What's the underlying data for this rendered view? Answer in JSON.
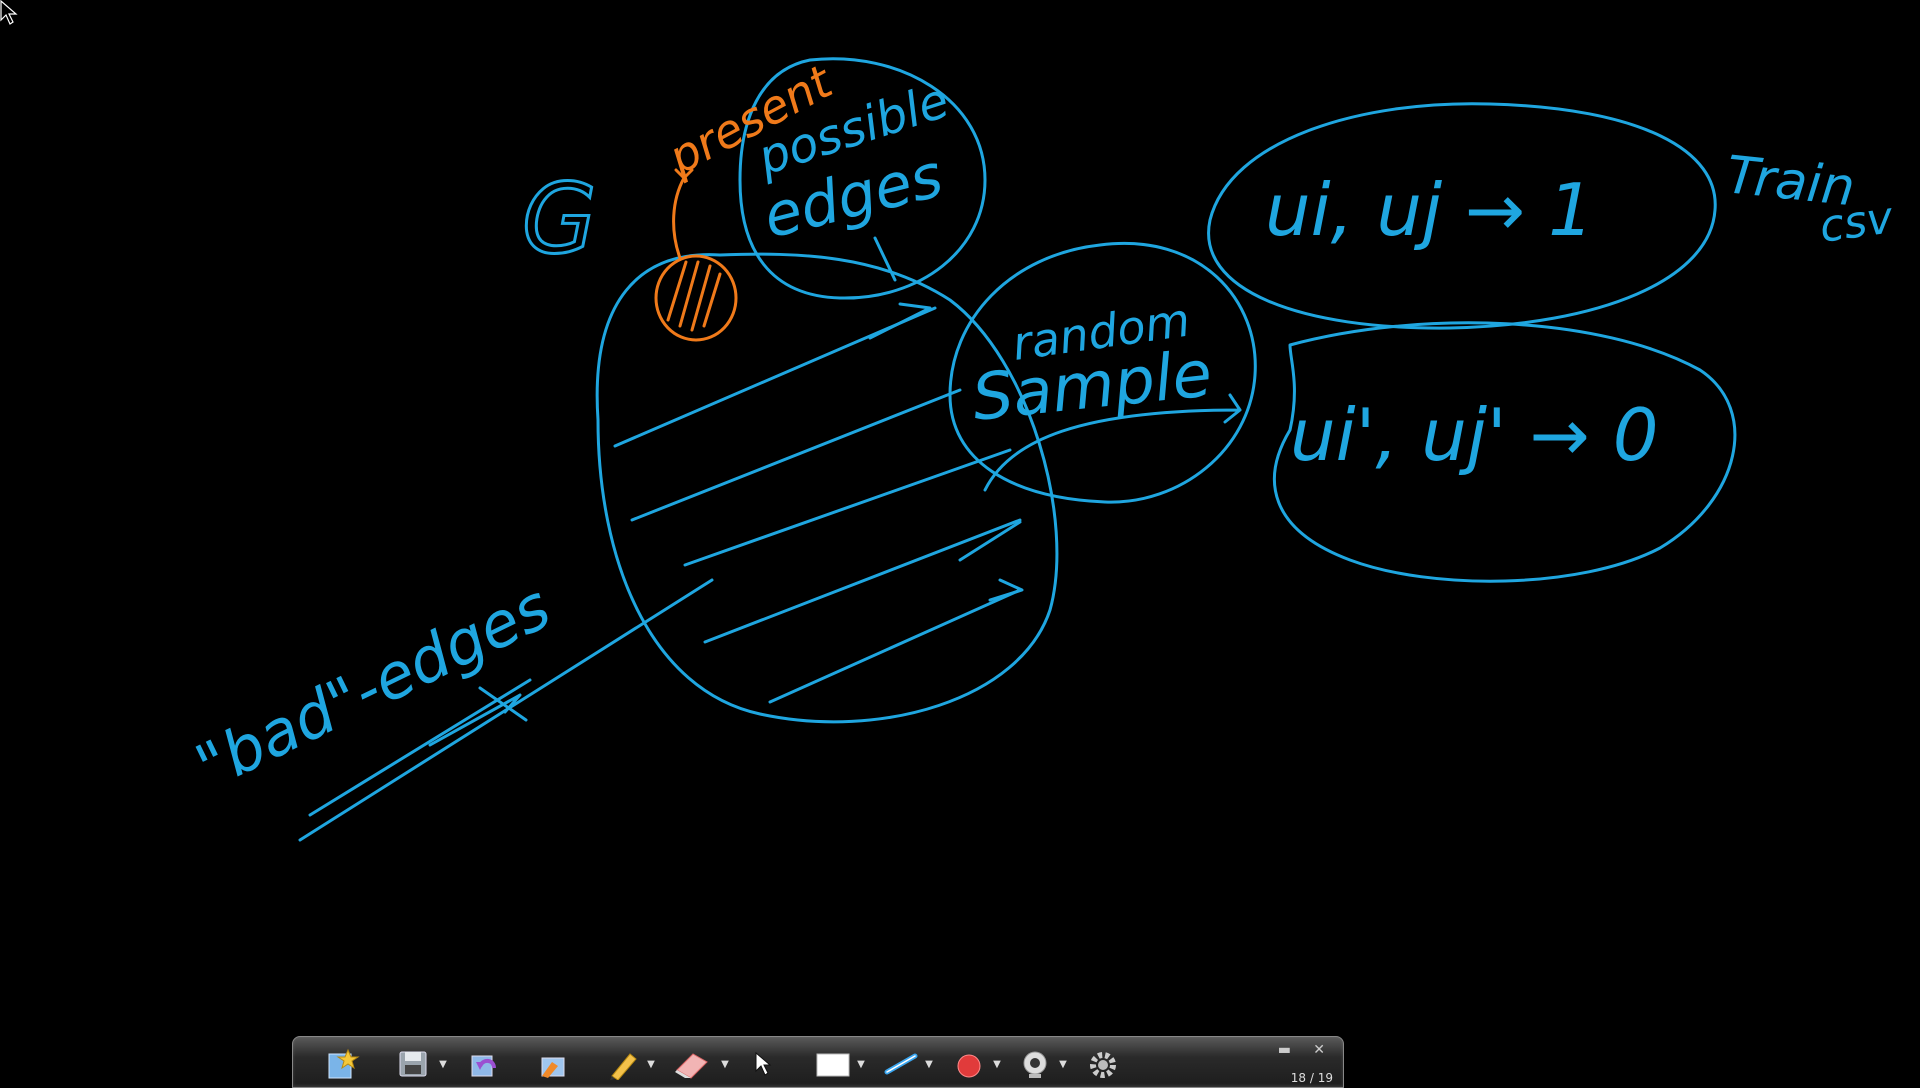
{
  "whiteboard": {
    "graph_label": "G",
    "possible_edges_label_1": "possible",
    "possible_edges_label_2": "edges",
    "present_label": "present",
    "random_sample_label_1": "random",
    "random_sample_label_2": "Sample",
    "positive_pair": "ui, uj → 1",
    "negative_pair": "ui', uj' → 0",
    "train_label_1": "Train",
    "train_label_2": "csv",
    "bad_edges_label": "\"bad\"-edges",
    "ink_colors": {
      "blue": "#1fa6e0",
      "orange": "#f07a1a"
    }
  },
  "toolbar": {
    "tools": [
      "new-page-icon",
      "save-icon",
      "undo-icon",
      "highlighter-icon",
      "pencil-icon",
      "eraser-icon",
      "pointer-icon",
      "rectangle-icon",
      "line-tool-icon",
      "record-icon",
      "webcam-icon",
      "settings-icon"
    ],
    "page_indicator": "18 / 19"
  }
}
